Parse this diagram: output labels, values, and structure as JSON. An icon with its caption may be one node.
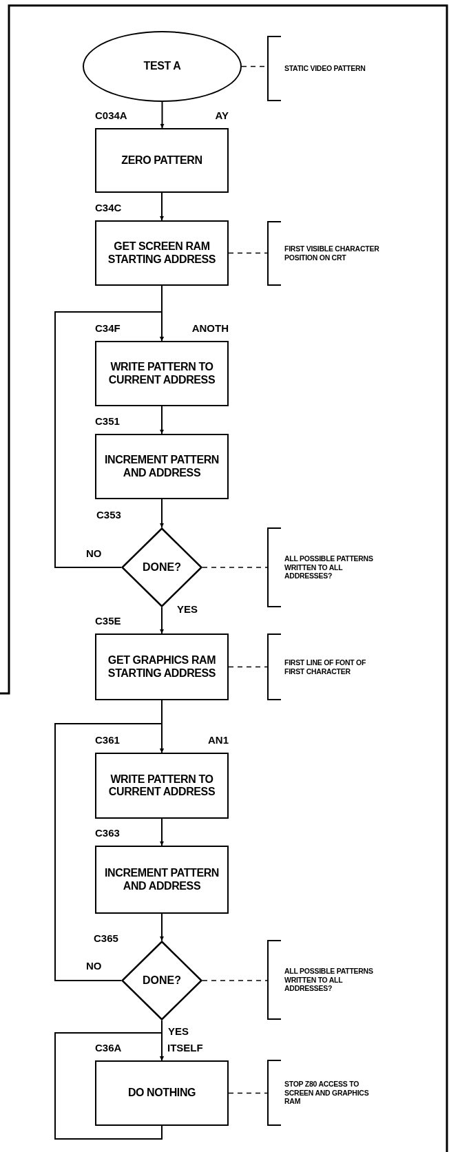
{
  "diagram": {
    "nodes": [
      {
        "text": [
          "TEST A"
        ]
      },
      {
        "text": [
          "STATIC VIDEO PATTERN"
        ]
      },
      {
        "text": [
          "ZERO PATTERN"
        ],
        "beside": [
          "C034A",
          "AY"
        ]
      },
      {
        "text": [
          "GET SCREEN RAM STARTING ADDRESS"
        ],
        "beside": [
          "C34C"
        ]
      },
      {
        "text": [
          "FIRST VISIBLE CHARACTER POSITION ON CRT"
        ]
      },
      {
        "text": [
          "WRITE PATTERN TO CURRENT ADDRESS"
        ],
        "beside": [
          "C34F",
          "ANOTH"
        ]
      },
      {
        "text": [
          "INCREMENT PATTERN AND ADDRESS"
        ],
        "beside": [
          "C351"
        ]
      },
      {
        "text": [
          "DONE?"
        ],
        "beside": [
          "C353"
        ]
      },
      {
        "text": [
          "ALL POSSIBLE PATTERNS WRITTEN TO ALL ADDRESSES?"
        ]
      },
      {
        "text": [
          "GET GRAPHICS RAM STARTING ADDRESS"
        ],
        "beside": [
          "C35E"
        ]
      },
      {
        "text": [
          "FIRST LINE OF FONT OF FIRST CHARACTER"
        ]
      },
      {
        "text": [
          "WRITE PATTERN TO CURRENT ADDRESS"
        ],
        "beside": [
          "C361",
          "AN1"
        ]
      },
      {
        "text": [
          "INCREMENT PATTERN AND ADDRESS"
        ],
        "beside": [
          "C363"
        ]
      },
      {
        "text": [
          "DONE?"
        ],
        "beside": [
          "C365"
        ]
      },
      {
        "text": [
          "ALL POSSIBLE PATTERNS WRITTEN TO ALL ADDRESSES?"
        ]
      },
      {
        "text": [
          "DO NOTHING"
        ],
        "beside": [
          "C36A",
          "ITSELF"
        ]
      },
      {
        "text": [
          "STOP Z80 ACCESS TO SCREEN AND GRAPHICS RAM"
        ]
      }
    ],
    "edges": [
      {
        "from": 0,
        "to": 2,
        "arrow": "to"
      },
      {
        "from": 2,
        "to": 3,
        "arrow": "to"
      },
      {
        "from": 3,
        "to": 5,
        "arrow": "to"
      },
      {
        "from": 5,
        "to": 6,
        "arrow": "to"
      },
      {
        "from": 6,
        "to": 7,
        "arrow": "to"
      },
      {
        "from": 7,
        "to": 5,
        "arrow": "to",
        "label": "NO"
      },
      {
        "from": 7,
        "to": 9,
        "arrow": "to",
        "label": "YES"
      },
      {
        "from": 9,
        "to": 11,
        "arrow": "to"
      },
      {
        "from": 11,
        "to": 12,
        "arrow": "to"
      },
      {
        "from": 12,
        "to": 13,
        "arrow": "to"
      },
      {
        "from": 13,
        "to": 11,
        "arrow": "to",
        "label": "NO"
      },
      {
        "from": 13,
        "to": 15,
        "arrow": "to",
        "label": "YES"
      },
      {
        "from": 15,
        "to": 15,
        "arrow": "to"
      },
      {
        "from": 0,
        "to": 1,
        "arrow": "none",
        "style": "dashed"
      },
      {
        "from": 3,
        "to": 4,
        "arrow": "none",
        "style": "dashed"
      },
      {
        "from": 7,
        "to": 8,
        "arrow": "none",
        "style": "dashed"
      },
      {
        "from": 9,
        "to": 10,
        "arrow": "none",
        "style": "dashed"
      },
      {
        "from": 13,
        "to": 14,
        "arrow": "none",
        "style": "dashed"
      },
      {
        "from": 15,
        "to": 16,
        "arrow": "none",
        "style": "dashed"
      }
    ]
  }
}
